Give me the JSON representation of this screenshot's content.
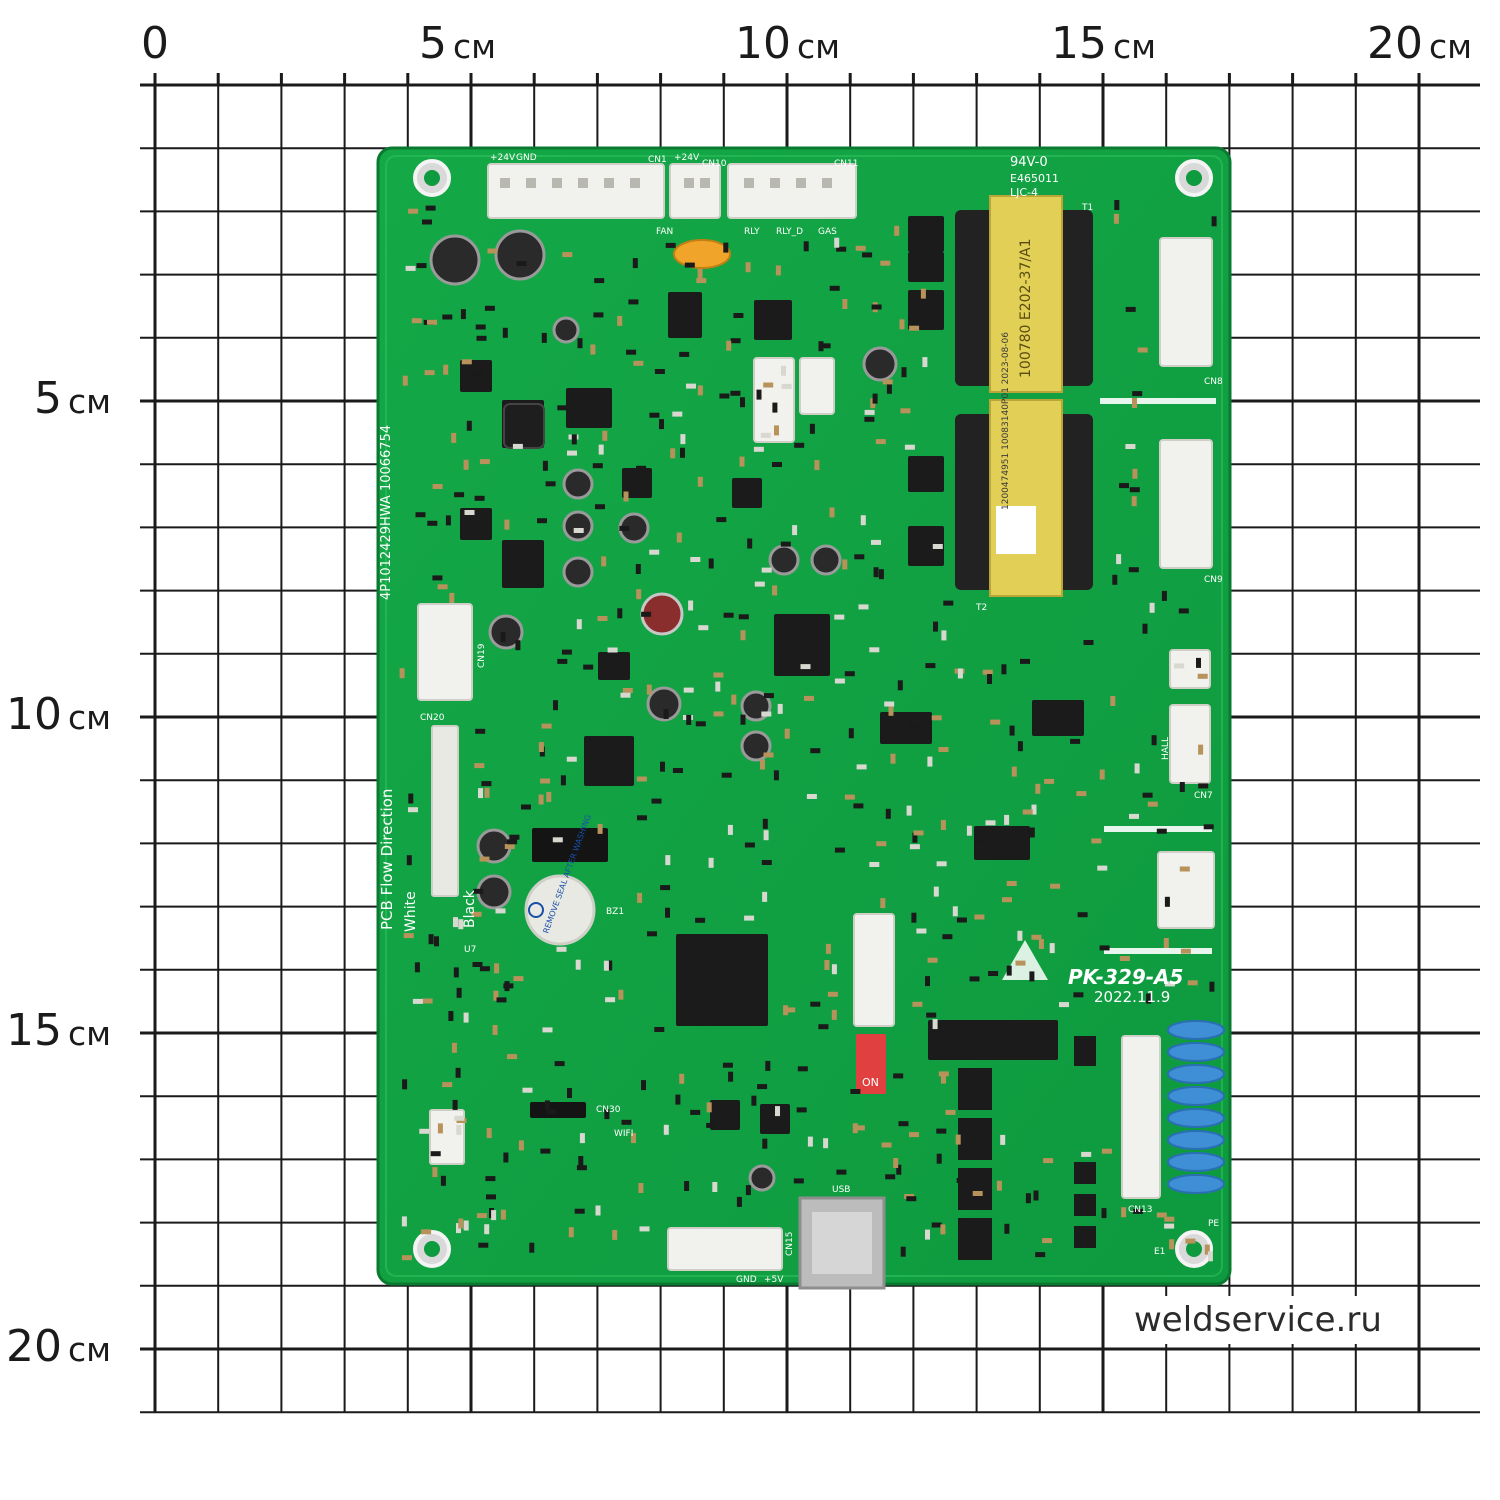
{
  "ruler": {
    "top": [
      {
        "num": "0",
        "unit": ""
      },
      {
        "num": "5",
        "unit": "см"
      },
      {
        "num": "10",
        "unit": "см"
      },
      {
        "num": "15",
        "unit": "см"
      },
      {
        "num": "20",
        "unit": "см"
      }
    ],
    "left": [
      {
        "num": "5",
        "unit": "см"
      },
      {
        "num": "10",
        "unit": "см"
      },
      {
        "num": "15",
        "unit": "см"
      },
      {
        "num": "20",
        "unit": "см"
      }
    ]
  },
  "watermark": "weldservice.ru",
  "board": {
    "model": "PK-329-A5",
    "date": "2022.11.9",
    "part_number": "4P1012429HWA 10066754",
    "flow_direction": "PCB Flow Direction",
    "white": "White",
    "black": "Black",
    "ul_mark": "94V-0",
    "ul_file": "E465011",
    "ljc": "LJC-4",
    "transformer_top": "100780 E202-37/A1",
    "transformer_bottom": "1200474951 10083140P01 2023-08-06",
    "buzzer_text": "REMOVE SEAL AFTER WASHING",
    "dip_label": "ON",
    "connector_labels": {
      "cn1": "CN1",
      "cn10": "CN10",
      "cn11": "CN11",
      "cn7": "CN7",
      "cn8": "CN8",
      "cn9": "CN9",
      "cn13": "CN13",
      "cn15": "CN15",
      "cn19": "CN19",
      "cn20": "CN20",
      "cn30": "CN30",
      "p24v": "+24V",
      "gnd": "GND",
      "p5v": "+5V",
      "fan": "FAN",
      "rly": "RLY",
      "rly_d": "RLY_D",
      "gas": "GAS",
      "hall": "HALL",
      "wifi": "WIFI",
      "usb": "USB",
      "pe": "PE",
      "e1": "E1",
      "t1": "T1",
      "t2": "T2",
      "u7": "U7",
      "bz1": "BZ1"
    }
  },
  "colors": {
    "pcb": "#11a043",
    "pcb_dark": "#0b7a31",
    "grid": "#1a1a1a",
    "transformer": "#e2cf56",
    "connector": "#f1f1ee",
    "chip": "#1b1b1b",
    "capacitor_blue": "#3f8fd6"
  }
}
